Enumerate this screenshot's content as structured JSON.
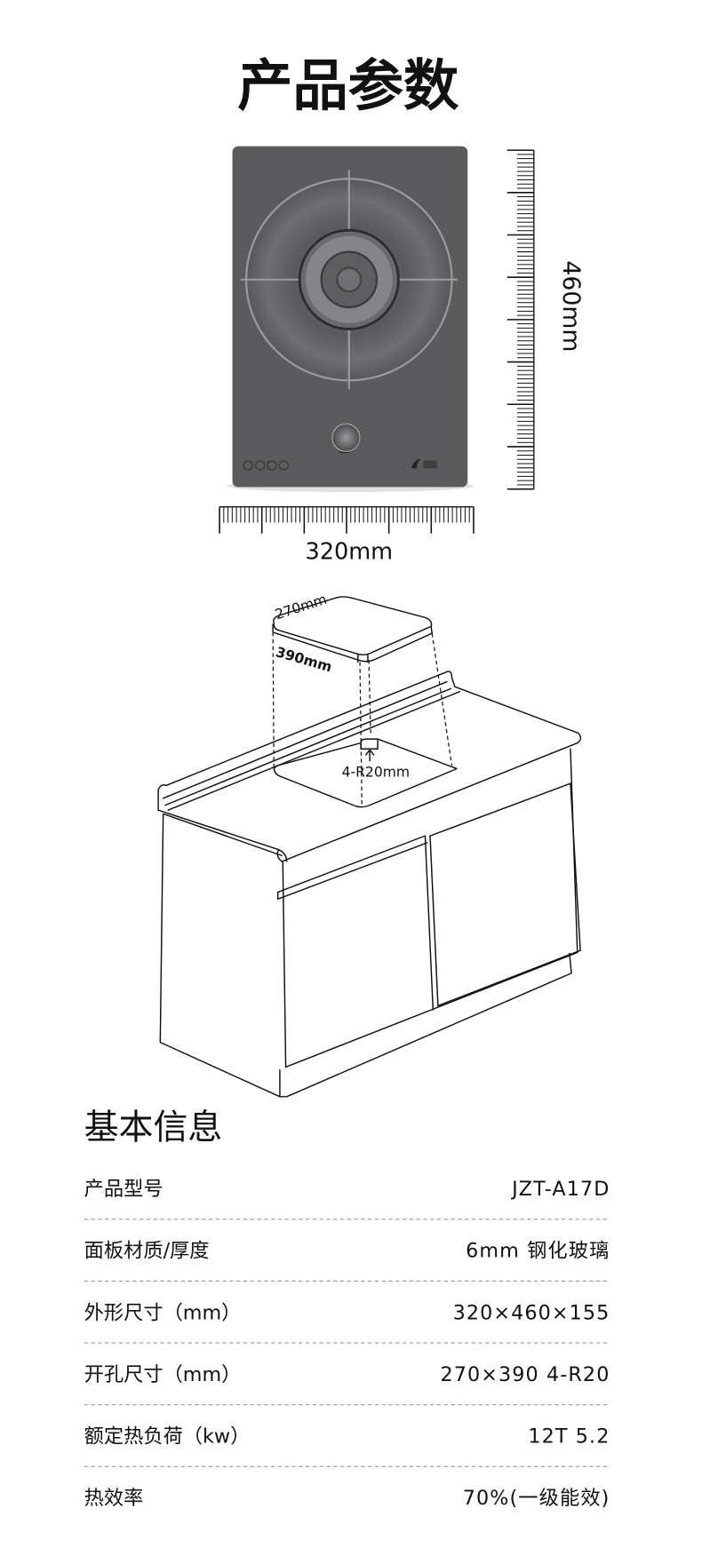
{
  "title": "产品参数",
  "dimensions": {
    "height_label": "460mm",
    "width_label": "320mm"
  },
  "cutout": {
    "width_label": "270mm",
    "depth_label": "390mm",
    "radius_label": "4-R20mm"
  },
  "colors": {
    "panel": "#5b5b5d",
    "text": "#111111",
    "divider": "#999999"
  },
  "info": {
    "heading": "基本信息",
    "rows": [
      {
        "label": "产品型号",
        "value": "JZT-A17D"
      },
      {
        "label": "面板材质/厚度",
        "value": "6mm 钢化玻璃"
      },
      {
        "label": "外形尺寸（mm）",
        "value": "320×460×155"
      },
      {
        "label": "开孔尺寸（mm）",
        "value": "270×390  4-R20"
      },
      {
        "label": "额定热负荷（kw）",
        "value": "12T  5.2"
      },
      {
        "label": "热效率",
        "value": "70%(一级能效)"
      }
    ]
  }
}
